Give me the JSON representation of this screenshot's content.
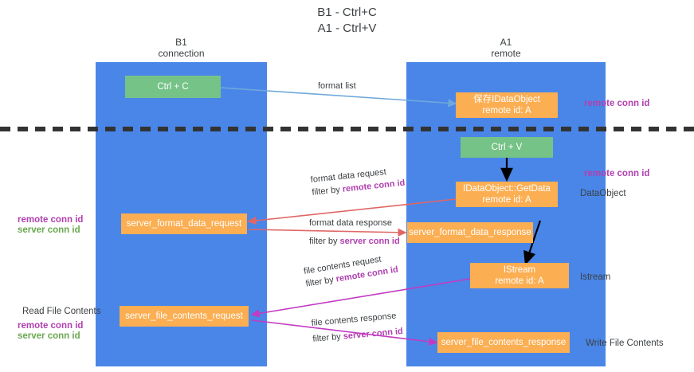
{
  "title": "B1 - Ctrl+C\nA1 - Ctrl+V",
  "columns": {
    "left": {
      "name": "B1",
      "role": "connection",
      "header": "B1\nconnection"
    },
    "right": {
      "name": "A1",
      "role": "remote",
      "header": "A1\nremote"
    }
  },
  "colors": {
    "lane": "#4a86e8",
    "green_node": "#76c388",
    "orange_node": "#fbae52",
    "remote_conn_id": "#b040b0",
    "server_conn_id": "#6aa84f",
    "arrow_blue": "#6fa8dc",
    "arrow_red": "#e06666",
    "arrow_magenta": "#c23bc2",
    "arrow_black": "#000000",
    "divider": "#333333"
  },
  "nodes": {
    "ctrl_c": {
      "label": "Ctrl + C",
      "sub": ""
    },
    "save_idataobject": {
      "label": "保存IDataObject",
      "sub": "remote id: A"
    },
    "ctrl_v": {
      "label": "Ctrl + V",
      "sub": ""
    },
    "getdata": {
      "label": "IDataObject::GetData",
      "sub": "remote id: A"
    },
    "server_format_data_request": {
      "label": "server_format_data_request",
      "sub": ""
    },
    "server_format_data_response": {
      "label": "server_format_data_response",
      "sub": ""
    },
    "istream": {
      "label": "IStream",
      "sub": "remote id: A"
    },
    "server_file_contents_request": {
      "label": "server_file_contents_request",
      "sub": ""
    },
    "server_file_contents_response": {
      "label": "server_file_contents_response",
      "sub": ""
    }
  },
  "arrow_labels": {
    "format_list": "format list",
    "format_data_request": "format data request",
    "format_data_request_filter_prefix": "filter by ",
    "format_data_request_filter_key": "remote conn id",
    "format_data_response": "format data response",
    "format_data_response_filter_prefix": "filter by ",
    "format_data_response_filter_key": "server conn id",
    "file_contents_request": "file contents request",
    "file_contents_request_filter_prefix": "filter by ",
    "file_contents_request_filter_key": "remote conn id",
    "file_contents_response": "file contents response",
    "file_contents_response_filter_prefix": "filter by ",
    "file_contents_response_filter_key": "server conn id"
  },
  "side_labels": {
    "right_remote_conn_id_top": "remote conn id",
    "right_remote_conn_id_mid": "remote conn id",
    "right_dataobject": "DataObject",
    "right_istream": "Istream",
    "right_write_file_contents": "Write File Contents",
    "left_remote_conn_id": "remote conn id",
    "left_server_conn_id": "server conn id",
    "left_read_file_contents": "Read File Contents",
    "left_bottom_remote_conn_id": "remote conn id",
    "left_bottom_server_conn_id": "server conn id"
  }
}
